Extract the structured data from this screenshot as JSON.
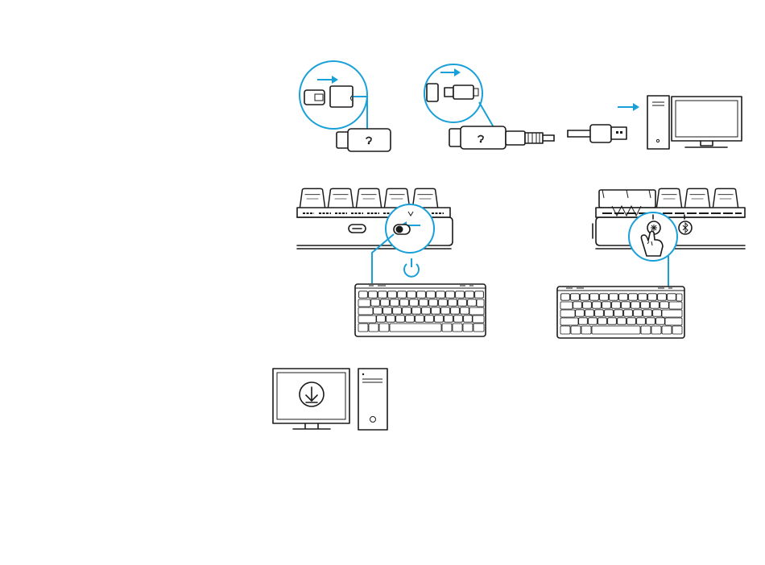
{
  "colors": {
    "accent": "#19a0d9",
    "line": "#1a1a1a",
    "background": "#ffffff"
  },
  "steps": [
    {
      "id": "connect-receiver",
      "illustrations": [
        "usb-receiver-icon",
        "usb-c-adapter-icon",
        "usb-cable-icon",
        "desktop-computer-icon"
      ]
    },
    {
      "id": "power-on",
      "illustrations": [
        "keyboard-power-switch-icon",
        "power-icon",
        "keyboard-icon"
      ]
    },
    {
      "id": "pair-bluetooth",
      "illustrations": [
        "keyboard-side-buttons-icon",
        "lightspeed-button-icon",
        "bluetooth-icon",
        "pointing-hand-icon",
        "keyboard-icon"
      ]
    },
    {
      "id": "install-software",
      "illustrations": [
        "monitor-download-icon",
        "computer-tower-icon"
      ]
    }
  ]
}
